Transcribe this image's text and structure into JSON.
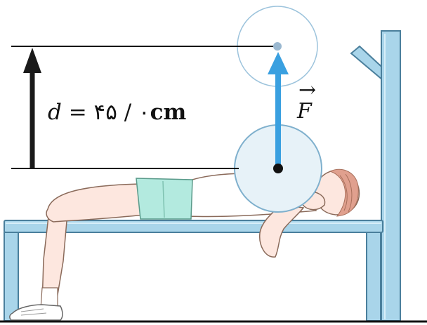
{
  "figure": {
    "distance_label": {
      "variable": "d",
      "equals": " = ",
      "value": "۴۵ / ۰",
      "unit": "cm"
    },
    "force_label": {
      "symbol": "F",
      "vector_arrow": "→"
    },
    "colors": {
      "force_arrow": "#3aa0e0",
      "distance_arrow": "#1a1a1a",
      "bench": "#a9d5ea",
      "bench_stroke": "#4a7f9c",
      "shorts": "#b3eadf",
      "skin": "#fde7df",
      "hair": "#e0a08e",
      "plate": "#e7f2f8",
      "plate_stroke": "#7fb0cd"
    }
  }
}
